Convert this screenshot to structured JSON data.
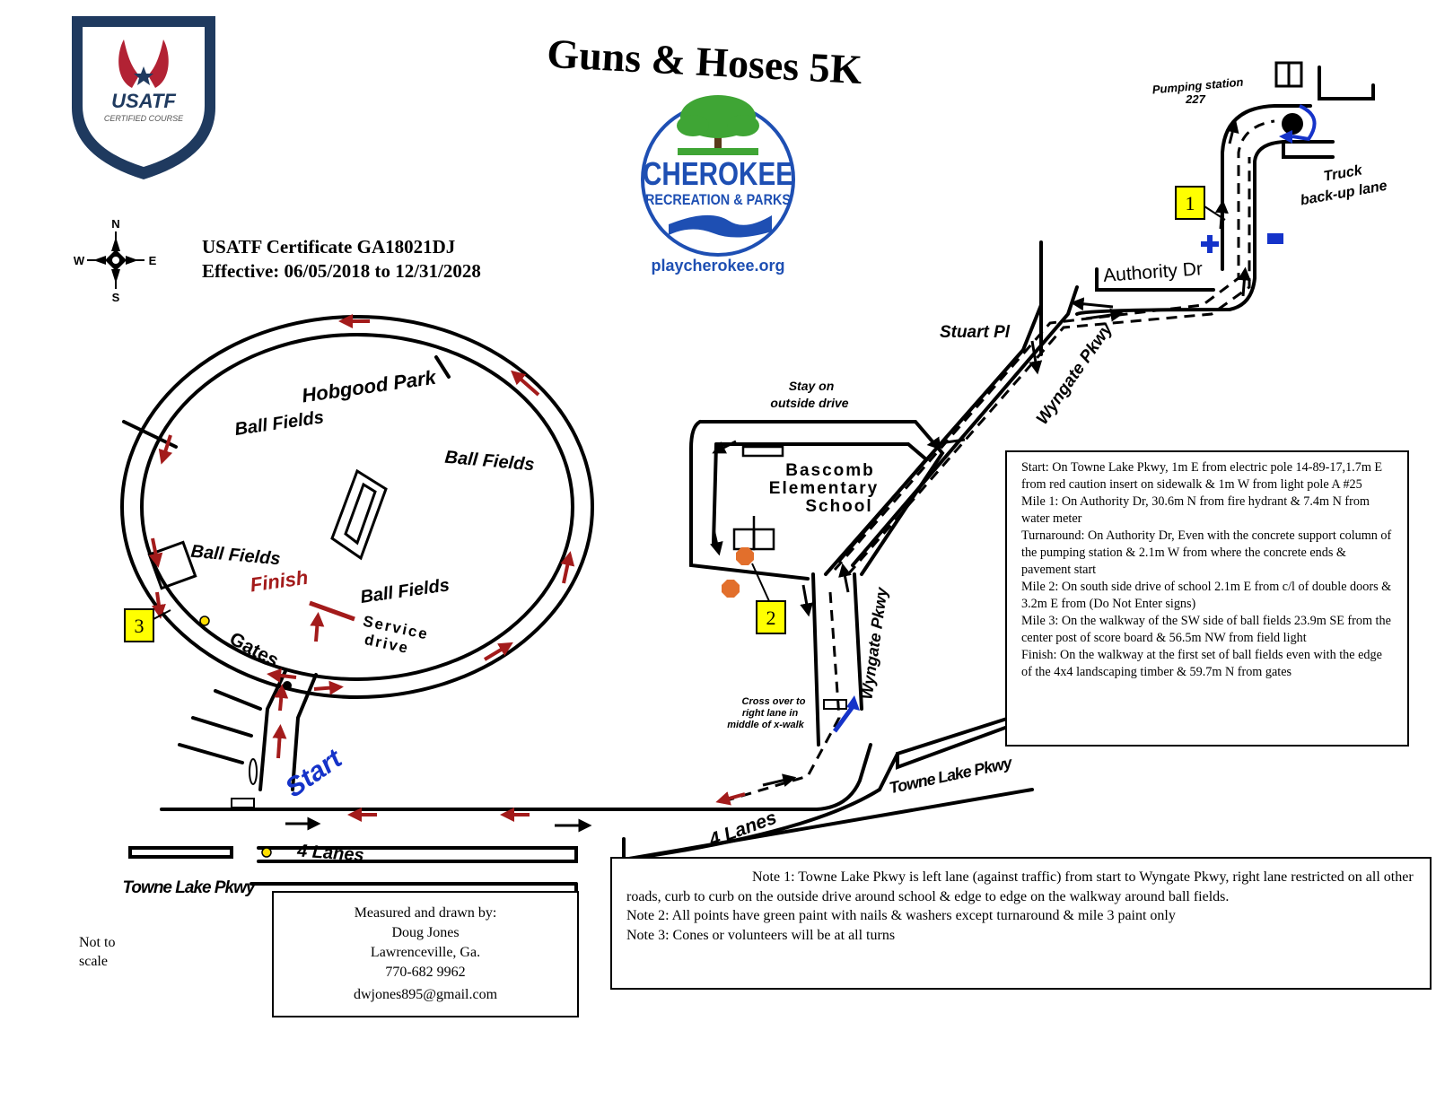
{
  "title": "Guns & Hoses 5K",
  "usatf_badge": {
    "brand": "USATF",
    "subtitle": "CERTIFIED COURSE",
    "icon": "usatf-wings-logo"
  },
  "cherokee_logo": {
    "name_line1": "CHEROKEE",
    "name_line2": "RECREATION & PARKS",
    "website": "playcherokee.org",
    "icon": "tree-river-logo"
  },
  "certificate": {
    "line1": "USATF Certificate GA18021DJ",
    "line2": "Effective: 06/05/2018 to 12/31/2028"
  },
  "compass": {
    "n": "N",
    "s": "S",
    "e": "E",
    "w": "W"
  },
  "labels": {
    "pumping_station": "Pumping station",
    "pumping_station_num": "227",
    "truck_lane_1": "Truck",
    "truck_lane_2": "back-up lane",
    "authority_dr": "Authority Dr",
    "stuart_pl": "Stuart Pl",
    "wyngate_pkwy_upper": "Wyngate Pkwy",
    "wyngate_pkwy_lower": "Wyngate Pkwy",
    "stay_on_1": "Stay on",
    "stay_on_2": "outside drive",
    "school_1": "Bascomb",
    "school_2": "Elementary",
    "school_3": "School",
    "hobgood_park": "Hobgood Park",
    "ball_fields_1": "Ball Fields",
    "ball_fields_2": "Ball Fields",
    "ball_fields_3": "Ball Fields",
    "ball_fields_4": "Ball Fields",
    "finish": "Finish",
    "service_1": "Service",
    "service_2": "drive",
    "gates": "Gates",
    "start": "Start",
    "four_lanes_left": "4 Lanes",
    "four_lanes_right": "4 Lanes",
    "towne_lake_left": "Towne Lake Pkwy",
    "towne_lake_right": "Towne Lake Pkwy",
    "cross_1": "Cross over to",
    "cross_2": "right lane in",
    "cross_3": "middle of x-walk"
  },
  "mile_markers": [
    "1",
    "2",
    "3"
  ],
  "course_notes": [
    "Start: On Towne Lake Pkwy, 1m E from electric pole 14-89-17,1.7m E from red caution insert on sidewalk & 1m W from light pole A #25",
    "Mile 1: On Authority Dr, 30.6m N from fire hydrant & 7.4m N from water meter",
    "Turnaround: On Authority Dr, Even with the concrete support column of the pumping station & 2.1m W from where the concrete ends & pavement start",
    "Mile 2: On south side drive of school 2.1m E from c/l of double doors & 3.2m E from (Do Not Enter signs)",
    "Mile 3: On the walkway of the SW side of ball fields 23.9m SE from the center post of score board & 56.5m NW from field light",
    "Finish: On the walkway at the first set of ball fields even with the edge of the 4x4 landscaping timber & 59.7m N from gates"
  ],
  "bottom_notes": [
    "Note 1: Towne Lake Pkwy is left lane (against traffic) from start to Wyngate Pkwy, right lane restricted on all other roads, curb to curb on the outside drive around school & edge to edge on the walkway around ball fields.",
    "Note 2: All points have green paint with nails & washers except turnaround & mile 3 paint only",
    "Note 3: Cones or volunteers will be at all turns"
  ],
  "credit": {
    "line1": "Measured and drawn by:",
    "line2": "Doug Jones",
    "line3": "Lawrenceville, Ga.",
    "line4": "770-682 9962",
    "line5": "dwjones895@gmail.com"
  },
  "not_to_scale": "Not to scale",
  "colors": {
    "usatf_navy": "#1f3a5f",
    "usatf_red": "#b22234",
    "cherokee_blue": "#1e4fb3",
    "cherokee_green": "#3fa535",
    "route_red": "#a31b1b",
    "marker_yellow": "#ffff00",
    "turn_blue": "#1533c9"
  }
}
